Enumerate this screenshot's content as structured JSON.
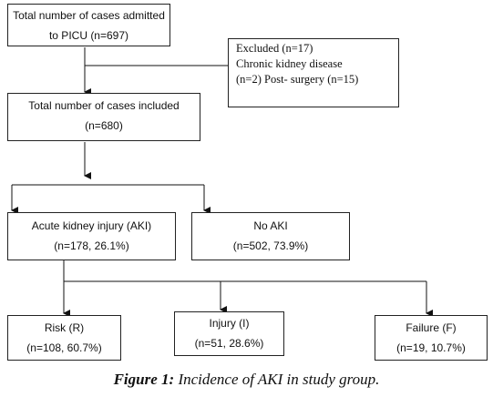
{
  "nodes": {
    "admitted": {
      "line1": "Total number of cases admitted",
      "line2": "to PICU (n=697)"
    },
    "excluded": {
      "line1": "Excluded (n=17)",
      "line2": "Chronic kidney disease",
      "line3": "(n=2) Post- surgery (n=15)"
    },
    "included": {
      "line1": "Total number of cases included",
      "line2": "(n=680)"
    },
    "aki": {
      "line1": "Acute kidney injury (AKI)",
      "line2": "(n=178, 26.1%)"
    },
    "no_aki": {
      "line1": "No AKI",
      "line2": "(n=502, 73.9%)"
    },
    "risk": {
      "line1": "Risk (R)",
      "line2": "(n=108, 60.7%)"
    },
    "injury": {
      "line1": "Injury (I)",
      "line2": "(n=51, 28.6%)"
    },
    "failure": {
      "line1": "Failure (F)",
      "line2": "(n=19, 10.7%)"
    }
  },
  "caption": {
    "label": "Figure 1:",
    "text": " Incidence of AKI in study group."
  },
  "colors": {
    "line": "#111111",
    "border": "#222222"
  }
}
